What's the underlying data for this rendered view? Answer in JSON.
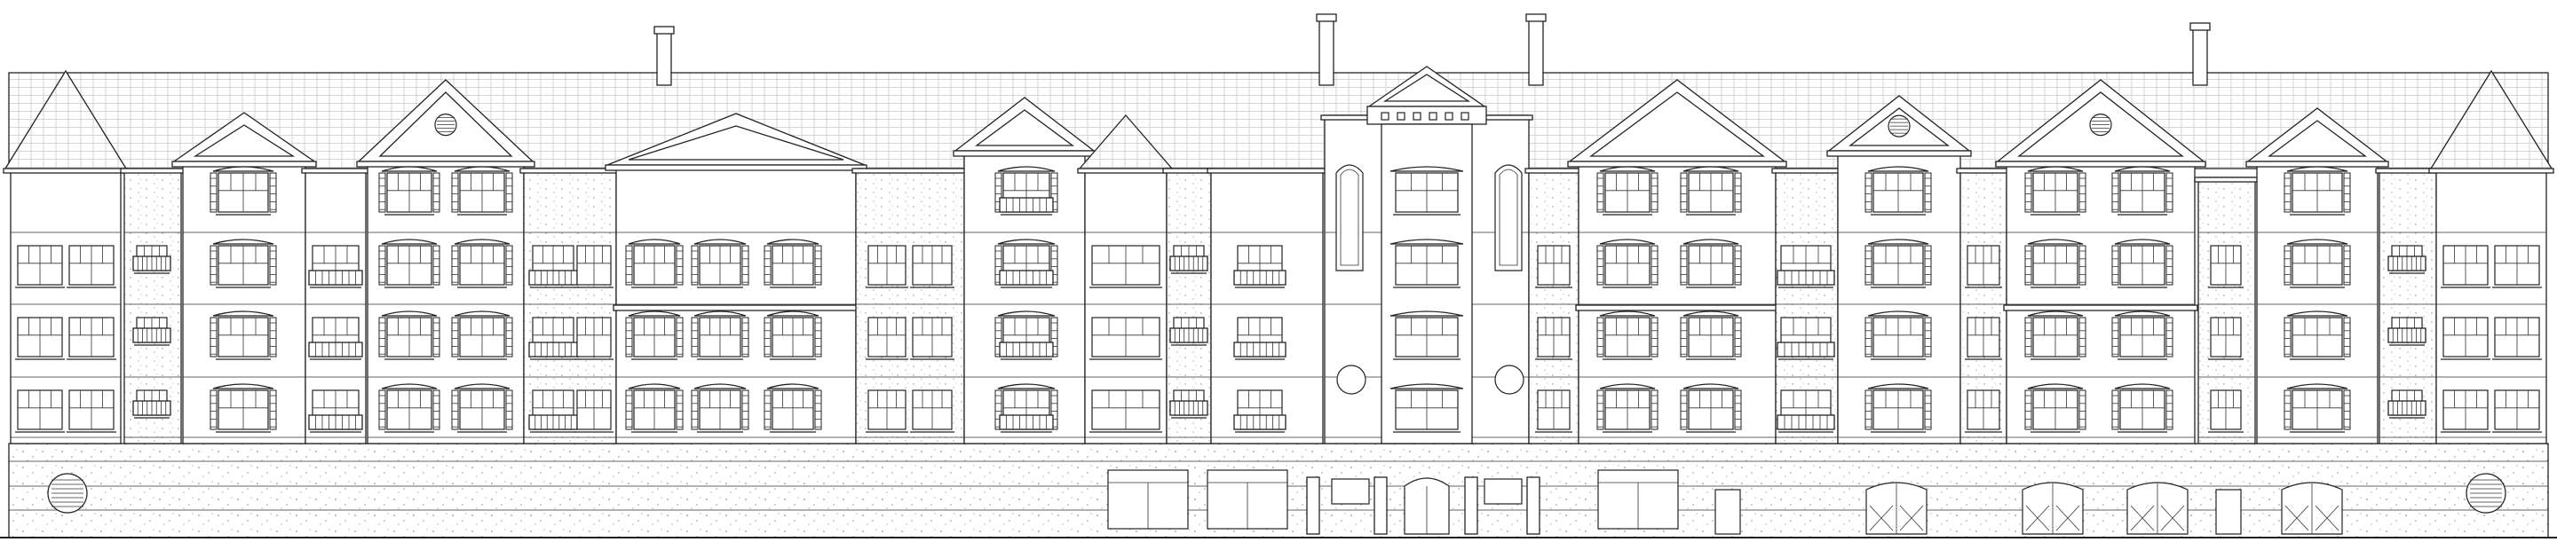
{
  "drawing": {
    "kind": "building-front-elevation",
    "storeys_residential": 4,
    "podium_level": 1,
    "colors": {
      "line": "#222222",
      "paper": "#ffffff"
    }
  }
}
